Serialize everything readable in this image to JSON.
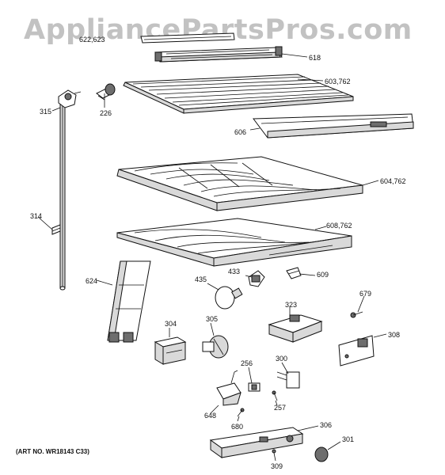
{
  "watermark": "AppliancePartsPros.com",
  "art_number": "(ART NO. WR18143 C33)",
  "part_numbers": {
    "p622": "622,623",
    "p618": "618",
    "p603": "603,762",
    "p226": "226",
    "p315": "315",
    "p606": "606",
    "p604": "604,762",
    "p314": "314",
    "p608": "608,762",
    "p624": "624",
    "p433": "433",
    "p609": "609",
    "p435": "435",
    "p323": "323",
    "p679": "679",
    "p305": "305",
    "p304": "304",
    "p308": "308",
    "p256": "256",
    "p300": "300",
    "p257": "257",
    "p648": "648",
    "p680": "680",
    "p306": "306",
    "p301": "301",
    "p309": "309"
  }
}
